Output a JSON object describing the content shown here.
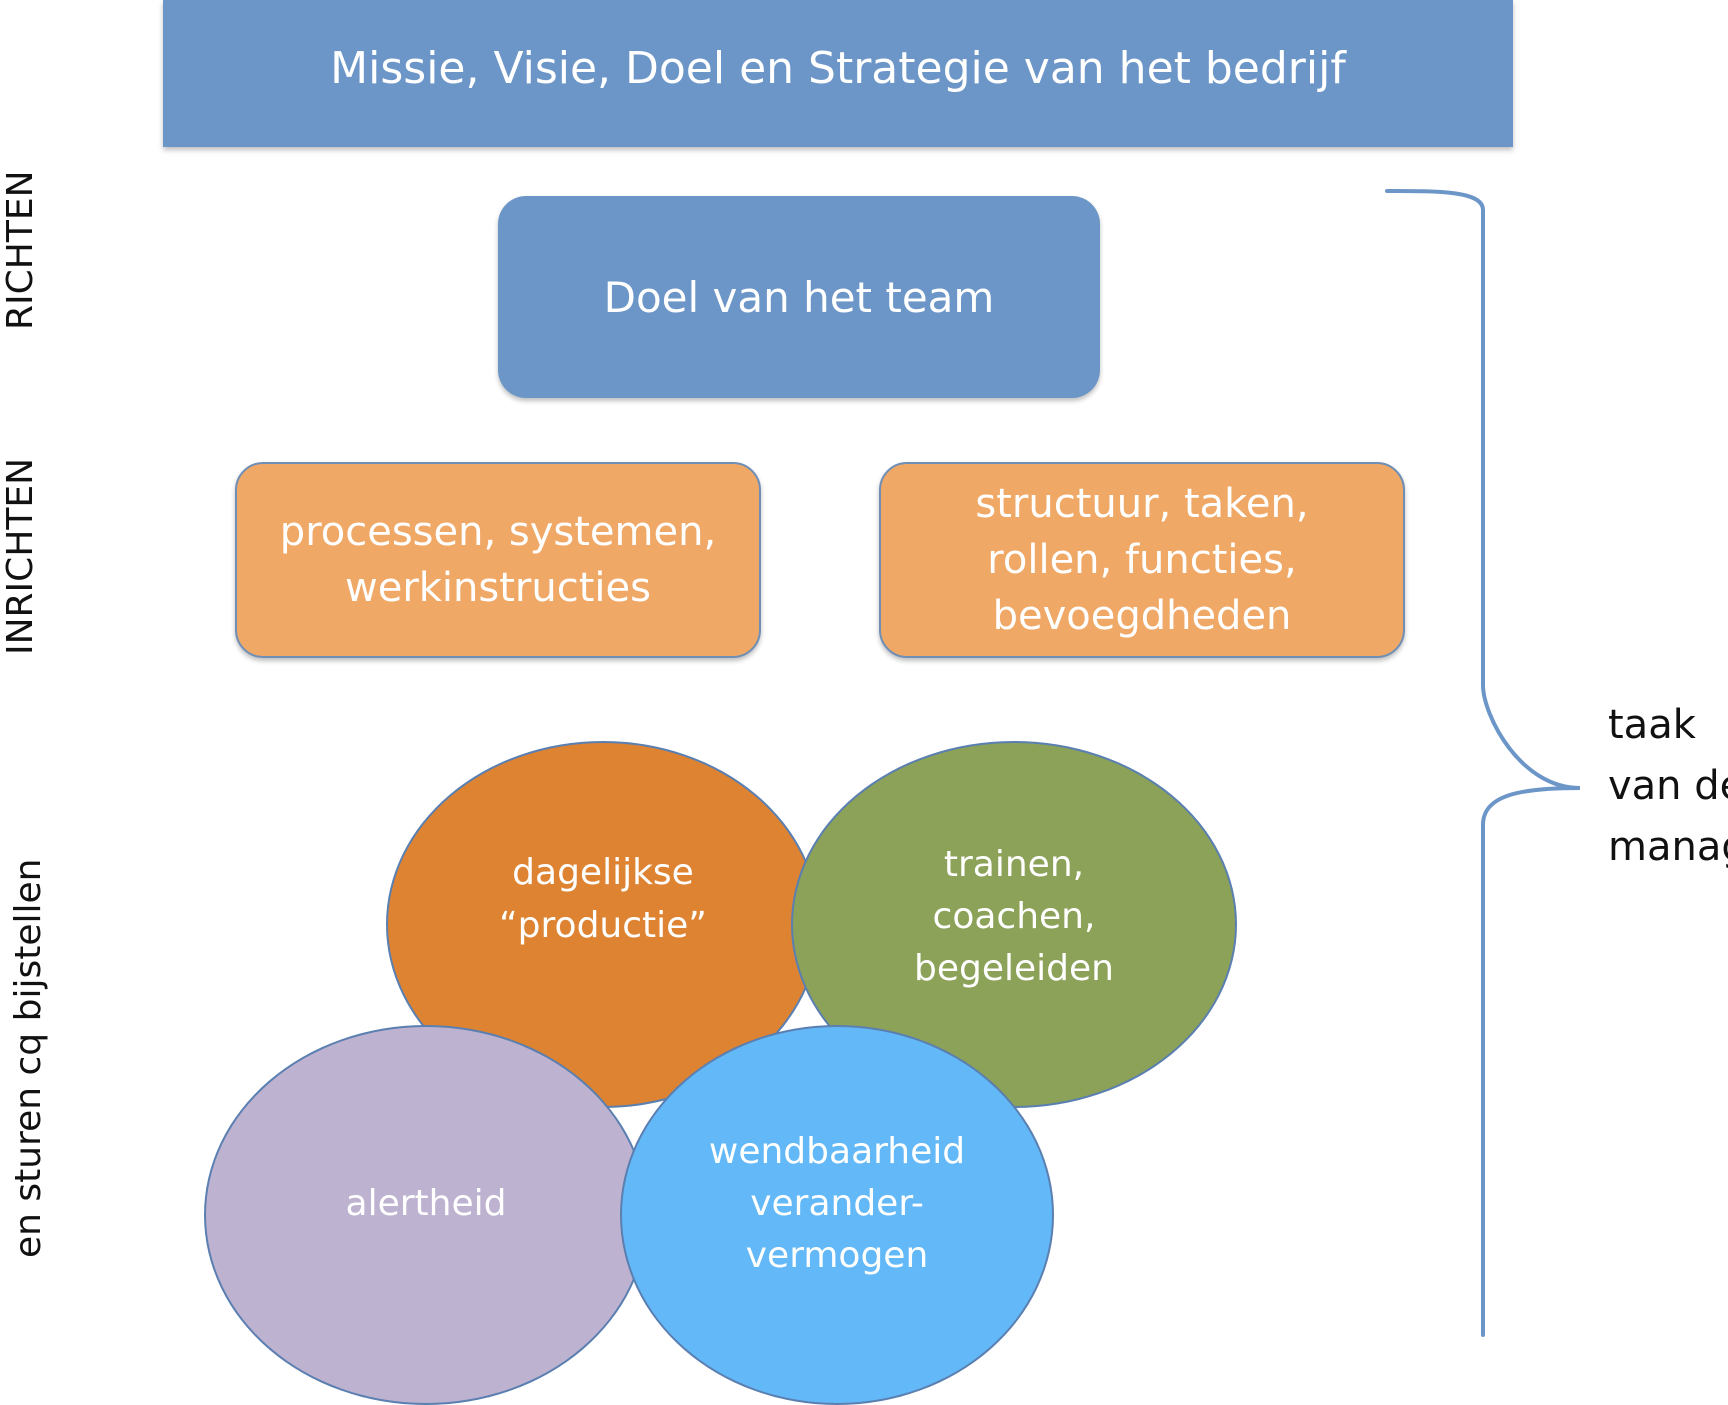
{
  "banner": {
    "title": "Missie, Visie, Doel  en Strategie van het bedrijf"
  },
  "team_goal": {
    "label": "Doel van het team"
  },
  "setup_boxes": {
    "left": "processen, systemen,\nwerkinstructies",
    "right": "structuur, taken,\nrollen, functies,\nbevoegdheden"
  },
  "circles": {
    "production": "dagelijkse\n“productie”",
    "training": "trainen,\ncoachen,\nbegeleiden",
    "alertness": "alertheid",
    "agility": "wendbaarheid\nverander-\nvermogen"
  },
  "side_labels": {
    "richten": "RICHTEN",
    "inrichten": "INRICHTEN",
    "sturen": "en sturen cq bijstellen"
  },
  "right_note": {
    "text": "taak\nvan de\nmanag"
  },
  "colors": {
    "blue": "#6c96c8",
    "orange_box": "#f0a867",
    "orange_circle": "#de8332",
    "green_circle": "#8ba258",
    "lilac_circle": "#bdb2d0",
    "light_blue_circle": "#63b8f7",
    "brace": "#6c96c8"
  }
}
